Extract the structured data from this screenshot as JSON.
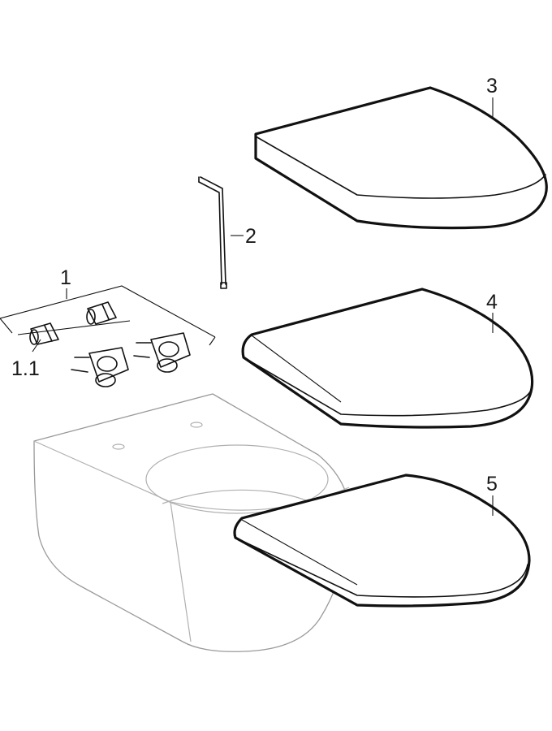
{
  "labels": {
    "part_1": "1",
    "part_1_1": "1.1",
    "part_2": "2",
    "part_3": "3",
    "part_4": "4",
    "part_5": "5"
  }
}
